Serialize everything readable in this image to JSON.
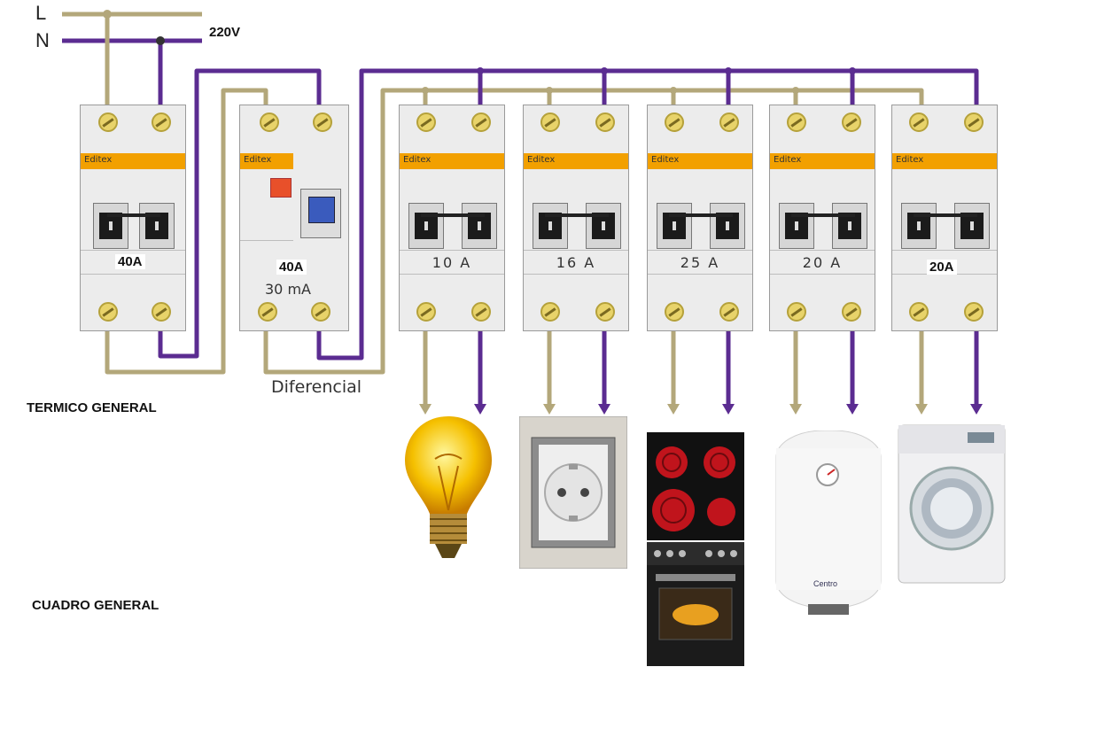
{
  "supply": {
    "line_label": "L",
    "neutral_label": "N",
    "voltage": "220V"
  },
  "brand": "Editex",
  "main_breaker": {
    "rating_tag": "40A"
  },
  "differential": {
    "rating_tag": "40A",
    "sensitivity": "30 mA",
    "caption": "Diferencial"
  },
  "circuits": [
    {
      "rating": "10 A",
      "load": "light-bulb"
    },
    {
      "rating": "16 A",
      "load": "wall-socket"
    },
    {
      "rating": "25 A",
      "load": "cooktop-oven"
    },
    {
      "rating": "20 A",
      "load": "water-heater"
    },
    {
      "rating": "",
      "tag": "20A",
      "load": "washing-machine"
    }
  ],
  "captions": {
    "termico": "TERMICO GENERAL",
    "cuadro": "CUADRO GENERAL"
  },
  "heater_brand": "Centro",
  "colors": {
    "phase_wire": "#b3a77a",
    "neutral_wire": "#5b2c91",
    "brand_strip": "#f2a000"
  }
}
